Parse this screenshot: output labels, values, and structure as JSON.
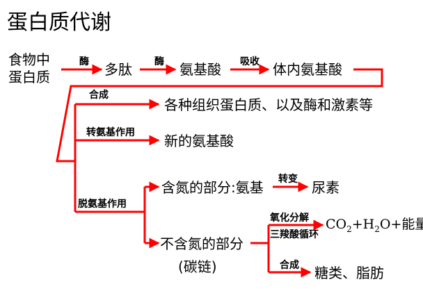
{
  "title": "蛋白质代谢",
  "nodes": {
    "food_line1": "食物中",
    "food_line2": "蛋白质",
    "peptide": "多肽",
    "amino_acid": "氨基酸",
    "body_amino_acid": "体内氨基酸",
    "proteins": "各种组织蛋白质、以及酶和激素等",
    "new_amino_acid": "新的氨基酸",
    "nitrogen_part": "含氮的部分:氨基",
    "urea": "尿素",
    "non_nitrogen_part": "不含氮的部分",
    "carbon_chain": "(碳链)",
    "products_co2": "CO",
    "products_sub1": "2",
    "products_h": "+H",
    "products_sub2": "2",
    "products_rest": "O+能量",
    "sugar_fat": "糖类、脂肪"
  },
  "edges": {
    "enzyme1": "酶",
    "enzyme2": "酶",
    "absorb": "吸收",
    "synthesis1": "合成",
    "transamination": "转氨基作用",
    "deamination": "脱氨基作用",
    "transform": "转变",
    "oxidation": "氧化分解",
    "tca_cycle": "三羧酸循环",
    "synthesis2": "合成"
  },
  "colors": {
    "arrow": "#ff0000",
    "text": "#000000",
    "background": "#ffffff"
  }
}
